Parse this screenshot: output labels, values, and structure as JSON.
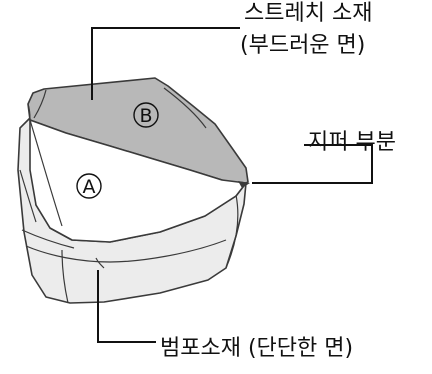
{
  "labels": {
    "stretch_line1": "스트레치 소재",
    "stretch_line2": "(부드러운 면)",
    "zipper": "지퍼 부분",
    "bumper": "범포소재 (단단한 면)"
  },
  "markers": {
    "a": "A",
    "b": "B"
  },
  "colors": {
    "stretch_fabric": "#b8b8b8",
    "canvas_fabric": "#ececec",
    "inner_panel": "#ffffff",
    "outline": "#3a3a3a"
  }
}
